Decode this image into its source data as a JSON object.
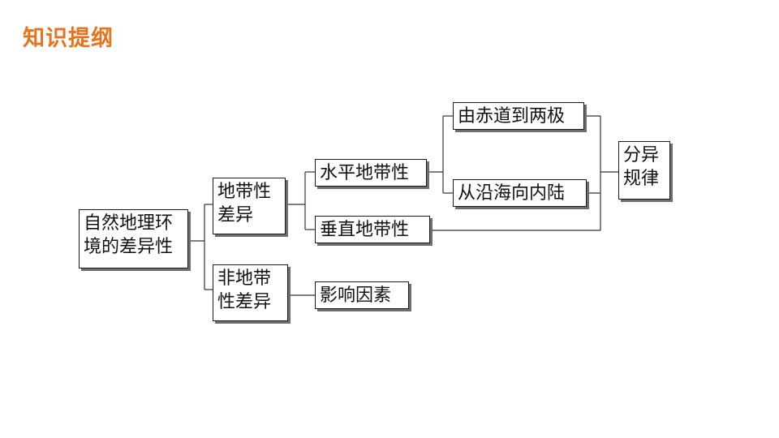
{
  "slide": {
    "heading": "知识提纲"
  },
  "diagram": {
    "root": {
      "lines": [
        "自然地理环",
        "境的差异性"
      ]
    },
    "zonal": {
      "lines": [
        "地带性",
        "差异"
      ]
    },
    "nonzonal": {
      "lines": [
        "非地带",
        "性差异"
      ]
    },
    "horizontal": {
      "label": "水平地带性"
    },
    "vertical": {
      "label": "垂直地带性"
    },
    "equator_to_poles": {
      "label": "由赤道到两极"
    },
    "coast_to_inland": {
      "label": "从沿海向内陆"
    },
    "factors": {
      "label": "影响因素"
    },
    "regularity": {
      "lines": [
        "分异",
        "规律"
      ]
    }
  },
  "colors": {
    "heading": "#e8731c",
    "border": "#1a1a1a",
    "shadow": "#6e6e6e",
    "connector": "#333333"
  }
}
